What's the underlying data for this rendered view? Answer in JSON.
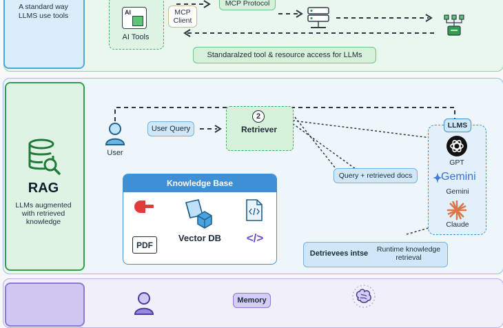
{
  "mcp": {
    "sidebar_text": "A standard way LLMS use tools",
    "ai_label": "AI",
    "ai_tools_label": "AI Tools",
    "client_label": "MCP Client",
    "protocol_label": "MCP Protocol",
    "access_label": "Standaralzed tool & resource access for LLMs"
  },
  "rag": {
    "title": "RAG",
    "subtitle": "LLMs augmented with retrieved knowledge",
    "user_label": "User",
    "query_label": "User Query",
    "retriever_number": "2",
    "retriever_label": "Retriever",
    "query_docs_label": "Query + retrieved docs",
    "kb_title": "Knowledge Base",
    "pdf_label": "PDF",
    "vector_db_label": "Vector DB",
    "code_label": "</>",
    "llms_label": "LLMS",
    "gpt_label": "GPT",
    "gemini_logo": "Gemini",
    "gemini_label": "Gemini",
    "claude_label": "Claude",
    "detrieve_label": "Detrievees intse",
    "runtime_label": "Runtime knowledge retrieval"
  },
  "memory": {
    "memory_label": "Memory"
  },
  "colors": {
    "mcp_bg": "#eaf7ef",
    "mcp_sidebar": "#4da6d8",
    "rag_bg": "#eef6fb",
    "rag_sidebar": "#2f9e4f",
    "kb_header": "#3f8fd6",
    "mem_bg": "#f1effa",
    "mem_sidebar": "#8b78d8"
  }
}
